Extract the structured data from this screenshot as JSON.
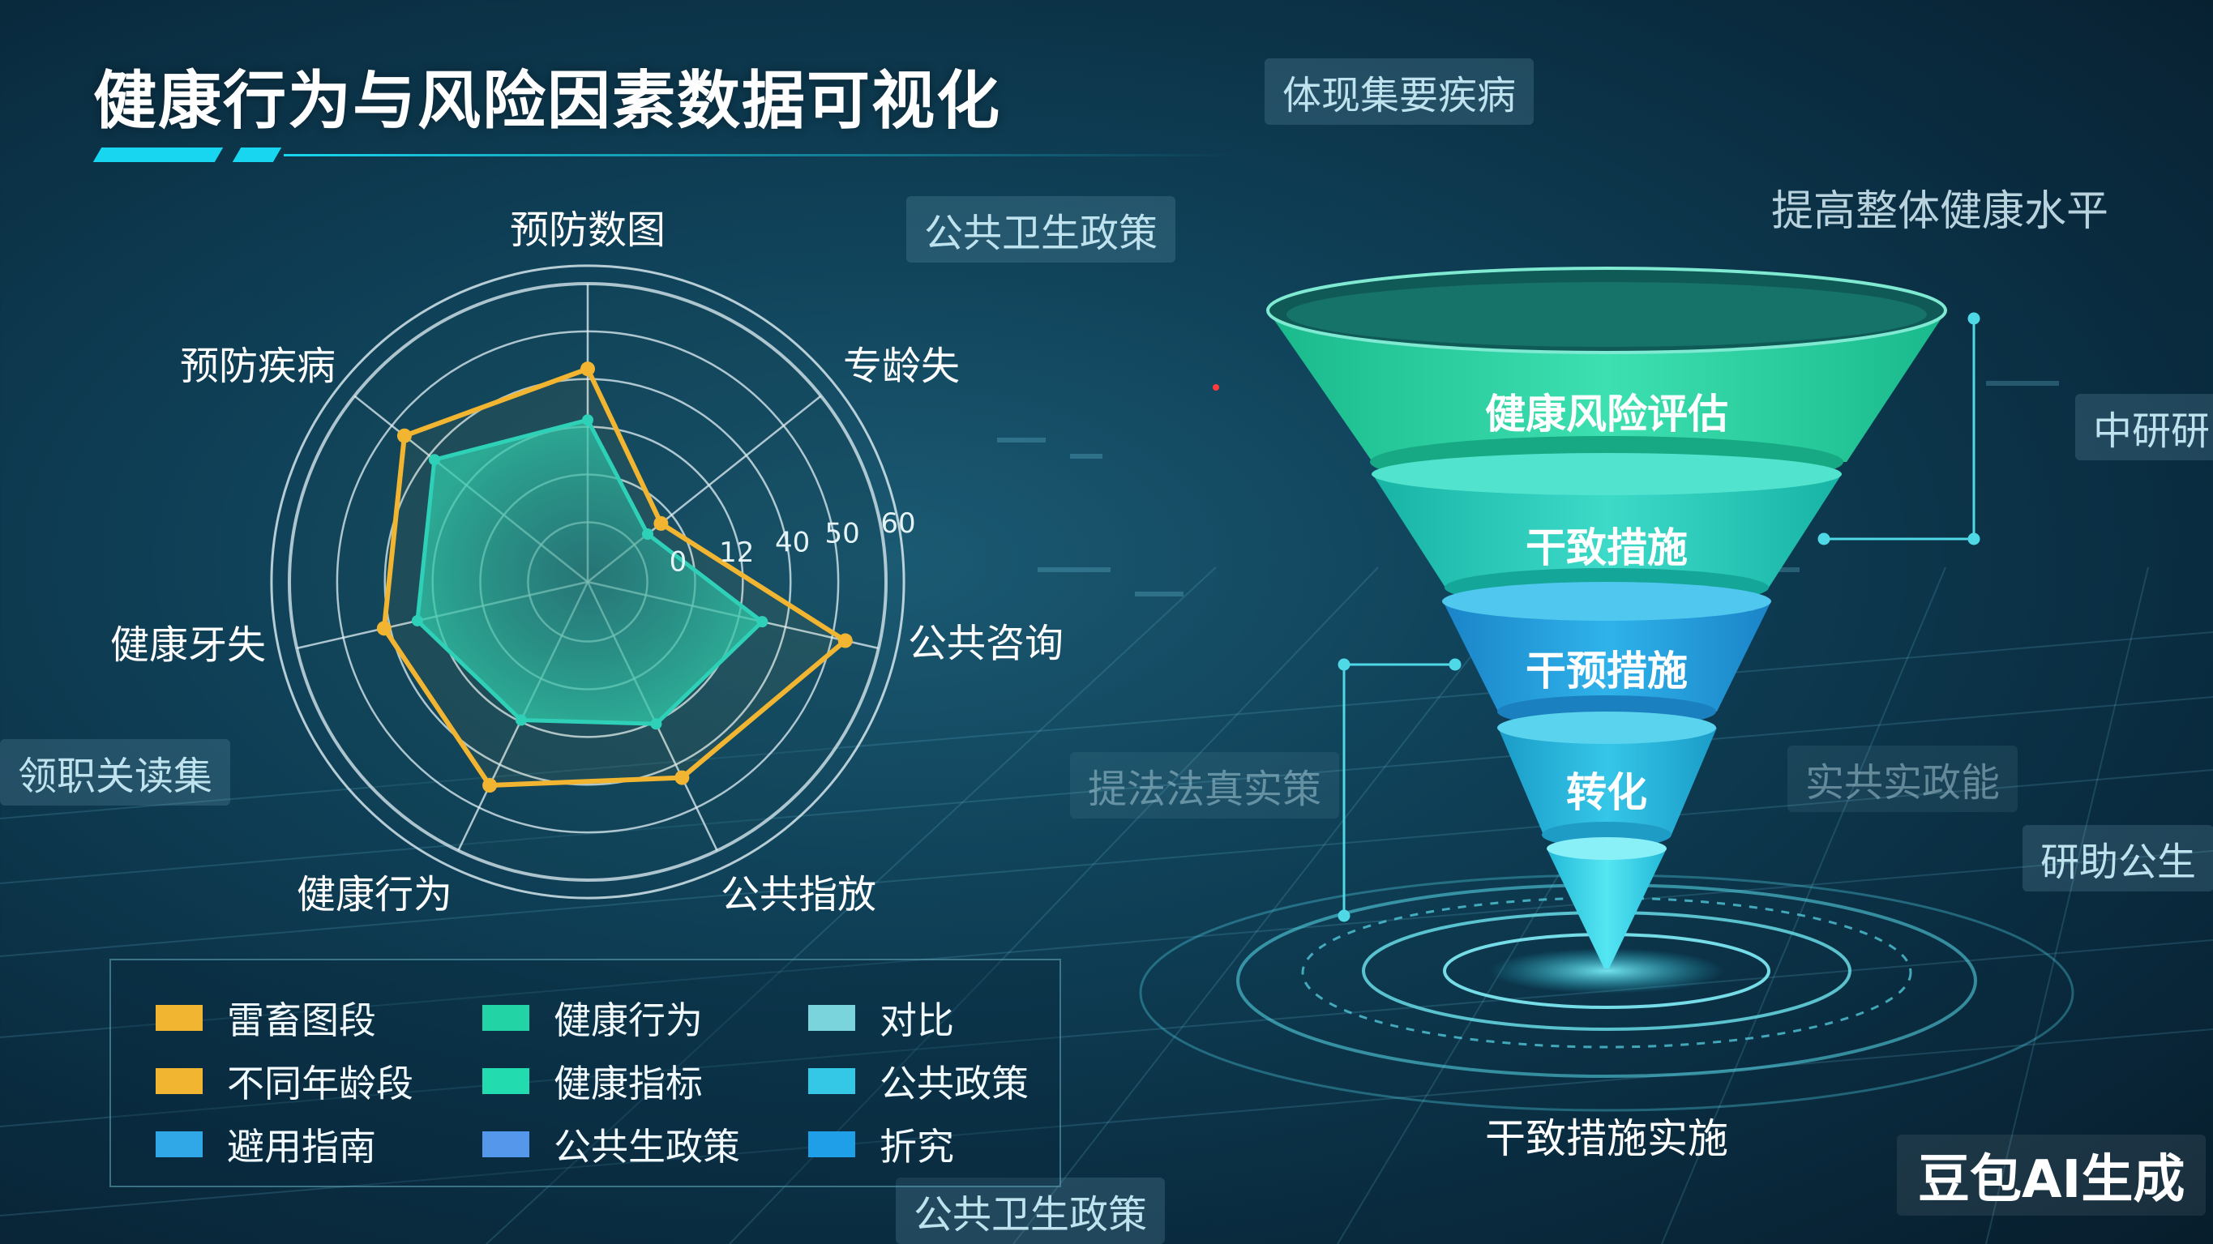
{
  "title": "健康行为与风险因素数据可视化",
  "tags": {
    "top_center": "体现集要疾病",
    "policy_top": "公共卫生政策",
    "right_top": "提高整体健康水平",
    "right_mid": "中研研",
    "left_mid": "领职关读集",
    "center_faint": "提法法真实策",
    "right_faint": "实共实政能",
    "right_low": "研助公生",
    "policy_bottom": "公共卫生政策"
  },
  "chart_data": [
    {
      "type": "radar",
      "axes": [
        "预防数图",
        "专龄失",
        "公共咨询",
        "公共指放",
        "健康行为",
        "健康牙失",
        "预防疾病"
      ],
      "tick_labels": [
        "0",
        "12",
        "40",
        "50",
        "60"
      ],
      "series": [
        {
          "values": [
            50,
            22,
            62,
            51,
            53,
            49,
            55
          ],
          "color": "#f2b531"
        },
        {
          "values": [
            38,
            18,
            42,
            37,
            36,
            41,
            46
          ],
          "color": "#23d3c0"
        }
      ],
      "grid": true
    },
    {
      "type": "funnel",
      "stages": [
        "健康风险评估",
        "干致措施",
        "干预措施",
        "转化",
        ""
      ],
      "caption": "干致措施实施"
    }
  ],
  "legend": [
    {
      "label": "雷畜图段",
      "color": "#f2b531"
    },
    {
      "label": "健康行为",
      "color": "#22d3a6"
    },
    {
      "label": "对比",
      "color": "#79d4dc"
    },
    {
      "label": "不同年龄段",
      "color": "#f2b531"
    },
    {
      "label": "健康指标",
      "color": "#22dcb0"
    },
    {
      "label": "公共政策",
      "color": "#35c8e6"
    },
    {
      "label": "避用指南",
      "color": "#30a8e8"
    },
    {
      "label": "公共生政策",
      "color": "#5597ea"
    },
    {
      "label": "折究",
      "color": "#1f9fe8"
    }
  ],
  "watermark": "豆包AI生成"
}
